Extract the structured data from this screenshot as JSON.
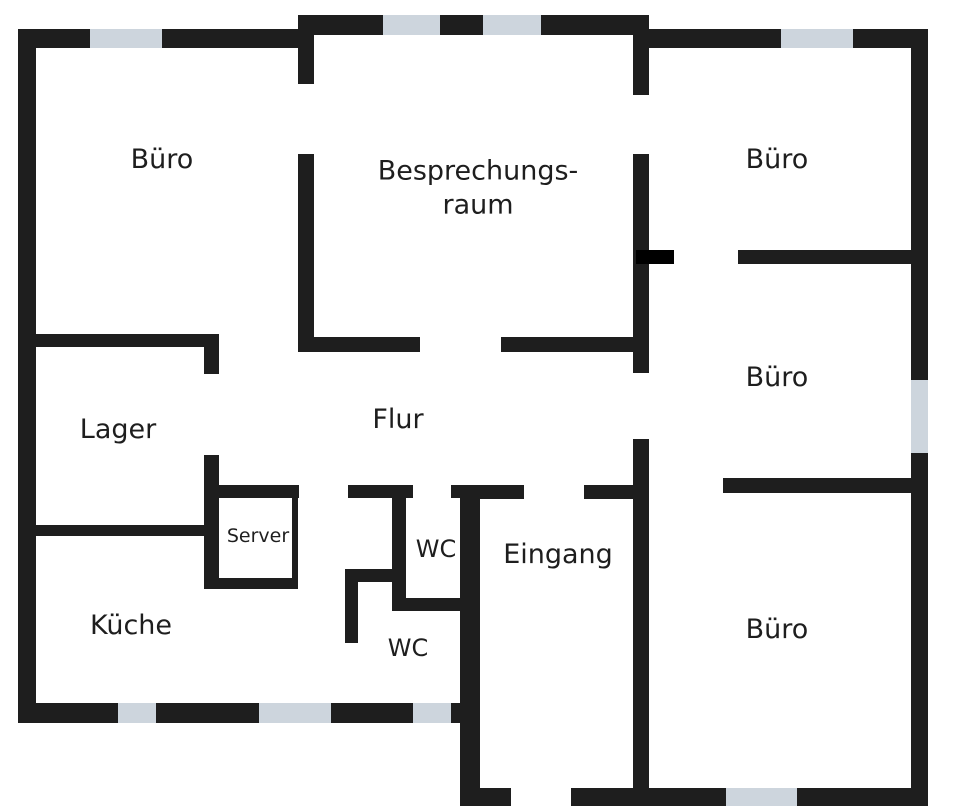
{
  "title": "Grundriss Büro",
  "colors": {
    "wall": "#1e1e1e",
    "window": "#cdd5dd",
    "background": "#ffffff"
  },
  "rooms": [
    {
      "id": "buero-nw",
      "label": "Büro"
    },
    {
      "id": "besprechung",
      "label_line1": "Besprechungs-",
      "label_line2": "raum"
    },
    {
      "id": "buero-ne",
      "label": "Büro"
    },
    {
      "id": "buero-e",
      "label": "Büro"
    },
    {
      "id": "lager",
      "label": "Lager"
    },
    {
      "id": "flur",
      "label": "Flur"
    },
    {
      "id": "server",
      "label": "Server"
    },
    {
      "id": "wc1",
      "label": "WC"
    },
    {
      "id": "eingang",
      "label": "Eingang"
    },
    {
      "id": "kueche",
      "label": "Küche"
    },
    {
      "id": "wc2",
      "label": "WC"
    },
    {
      "id": "buero-se",
      "label": "Büro"
    }
  ]
}
